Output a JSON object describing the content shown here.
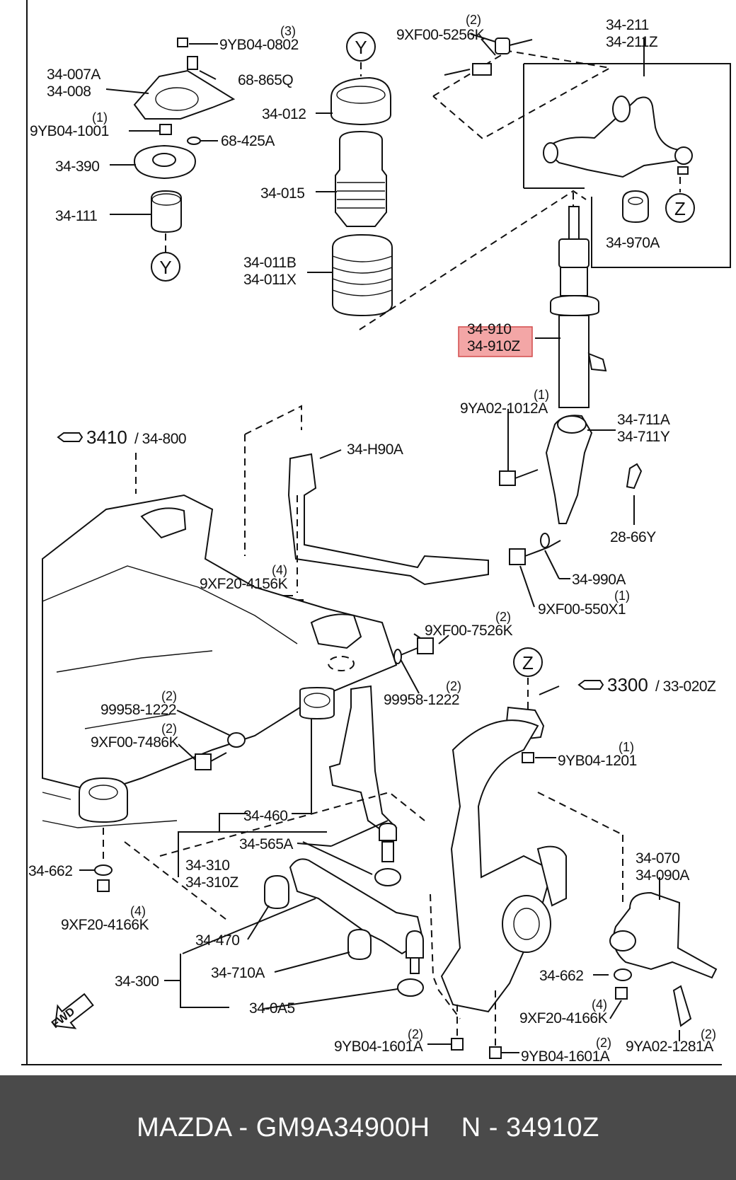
{
  "footer": {
    "text": "MAZDA - GM9A34900H    N - 34910Z"
  },
  "highlight_color": "#f3a6a6",
  "circle_labels": {
    "y_top": "Y",
    "y_left": "Y",
    "z_top": "Z",
    "z_mid": "Z"
  },
  "references": {
    "ref_3410": "3410",
    "ref_3410_sub": "/ 34-800",
    "ref_3300": "3300",
    "ref_3300_sub": "/ 33-020Z"
  },
  "fwd": "FWD",
  "labels": {
    "p_9yb04_0802": "9YB04-0802",
    "q_9yb04_0802": "(3)",
    "p_34_007a": "34-007A",
    "p_34_008": "34-008",
    "p_68_865q": "68-865Q",
    "p_9yb04_1001": "9YB04-1001",
    "q_9yb04_1001": "(1)",
    "p_68_425a": "68-425A",
    "p_34_390": "34-390",
    "p_34_111": "34-111",
    "p_34_012": "34-012",
    "p_34_015": "34-015",
    "p_34_011b": "34-011B",
    "p_34_011x": "34-011X",
    "p_9xf00_5256k": "9XF00-5256K",
    "q_9xf00_5256k": "(2)",
    "p_34_211": "34-211",
    "p_34_211z": "34-211Z",
    "p_34_970a": "34-970A",
    "p_34_910": "34-910",
    "p_34_910z": "34-910Z",
    "p_9ya02_1012a": "9YA02-1012A",
    "q_9ya02_1012a": "(1)",
    "p_34_711a": "34-711A",
    "p_34_711y": "34-711Y",
    "p_34_h90a": "34-H90A",
    "p_28_66y": "28-66Y",
    "p_34_990a": "34-990A",
    "p_9xf00_550x1": "9XF00-550X1",
    "q_9xf00_550x1": "(1)",
    "p_9xf20_4156k": "9XF20-4156K",
    "q_9xf20_4156k": "(4)",
    "p_9xf00_7526k": "9XF00-7526K",
    "q_9xf00_7526k": "(2)",
    "p_99958_1222_r": "99958-1222",
    "q_99958_1222_r": "(2)",
    "p_99958_1222_l": "99958-1222",
    "q_99958_1222_l": "(2)",
    "p_9xf00_7486k": "9XF00-7486K",
    "q_9xf00_7486k": "(2)",
    "p_9yb04_1201": "9YB04-1201",
    "q_9yb04_1201": "(1)",
    "p_34_460": "34-460",
    "p_34_565a": "34-565A",
    "p_34_310": "34-310",
    "p_34_310z": "34-310Z",
    "p_34_662_l": "34-662",
    "p_9xf20_4166k_l": "9XF20-4166K",
    "q_9xf20_4166k_l": "(4)",
    "p_34_070": "34-070",
    "p_34_090a": "34-090A",
    "p_34_470": "34-470",
    "p_34_300": "34-300",
    "p_34_710a": "34-710A",
    "p_34_0a5": "34-0A5",
    "p_34_662_r": "34-662",
    "p_9xf20_4166k_r": "9XF20-4166K",
    "q_9xf20_4166k_r": "(4)",
    "p_9yb04_1601a_l": "9YB04-1601A",
    "q_9yb04_1601a_l": "(2)",
    "p_9yb04_1601a_r": "9YB04-1601A",
    "q_9yb04_1601a_r": "(2)",
    "p_9ya02_1281a": "9YA02-1281A",
    "q_9ya02_1281a": "(2)"
  }
}
